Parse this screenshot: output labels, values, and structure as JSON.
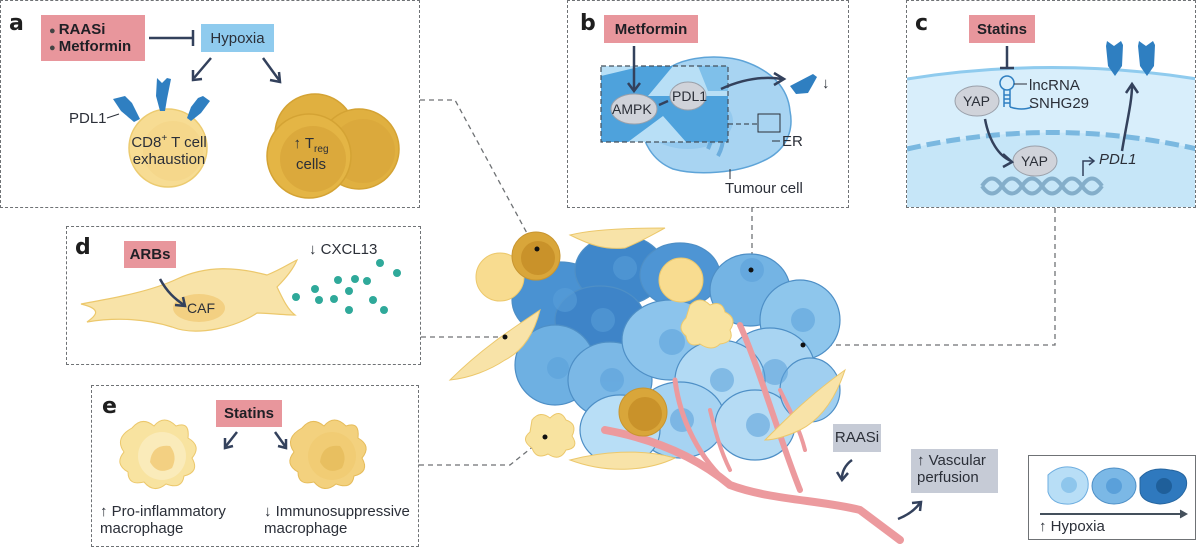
{
  "figure": {
    "panels": {
      "a": {
        "label": "a",
        "drugs": [
          "RAASi",
          "Metformin"
        ],
        "target": "Hypoxia",
        "pdl1_label": "PDL1",
        "tcell_line1": "CD8",
        "tcell_sup": "+",
        "tcell_line1_rest": " T cell",
        "tcell_line2": "exhaustion",
        "treg_prefix": "↑ T",
        "treg_sub": "reg",
        "treg_line2": "cells"
      },
      "b": {
        "label": "b",
        "drug": "Metformin",
        "ampk": "AMPK",
        "pdl1": "PDL1",
        "down_arrow": "↓",
        "er_label": "ER",
        "cell_label": "Tumour cell"
      },
      "c": {
        "label": "c",
        "drug": "Statins",
        "yap_cyto": "YAP",
        "yap_nuc": "YAP",
        "lncrna_line1": "lncRNA",
        "lncrna_line2": "SNHG29",
        "gene": "PDL1"
      },
      "d": {
        "label": "d",
        "drug": "ARBs",
        "caf": "CAF",
        "chemokine": "↓ CXCL13"
      },
      "e": {
        "label": "e",
        "drug": "Statins",
        "left_line1": "↑ Pro-inflammatory",
        "left_line2": "macrophage",
        "right_line1": "↓ Immunosuppressive",
        "right_line2": "macrophage"
      }
    },
    "tumour": {
      "raasi": "RAASi",
      "vascular_line1": "↑ Vascular",
      "vascular_line2": "perfusion"
    },
    "legend": {
      "label": "↑ Hypoxia"
    },
    "colors": {
      "drug_box": "#e8969c",
      "hypoxia_box": "#8fcbee",
      "gray_box": "#c6cbd6",
      "pdl1_blue": "#2f7fc1",
      "tcell_yellow": "#f7dc93",
      "treg_gold": "#e0b040",
      "vessel_red": "#ec9a9e",
      "cxcl13_teal": "#2fa99a",
      "arrow_navy": "#33415c"
    }
  }
}
